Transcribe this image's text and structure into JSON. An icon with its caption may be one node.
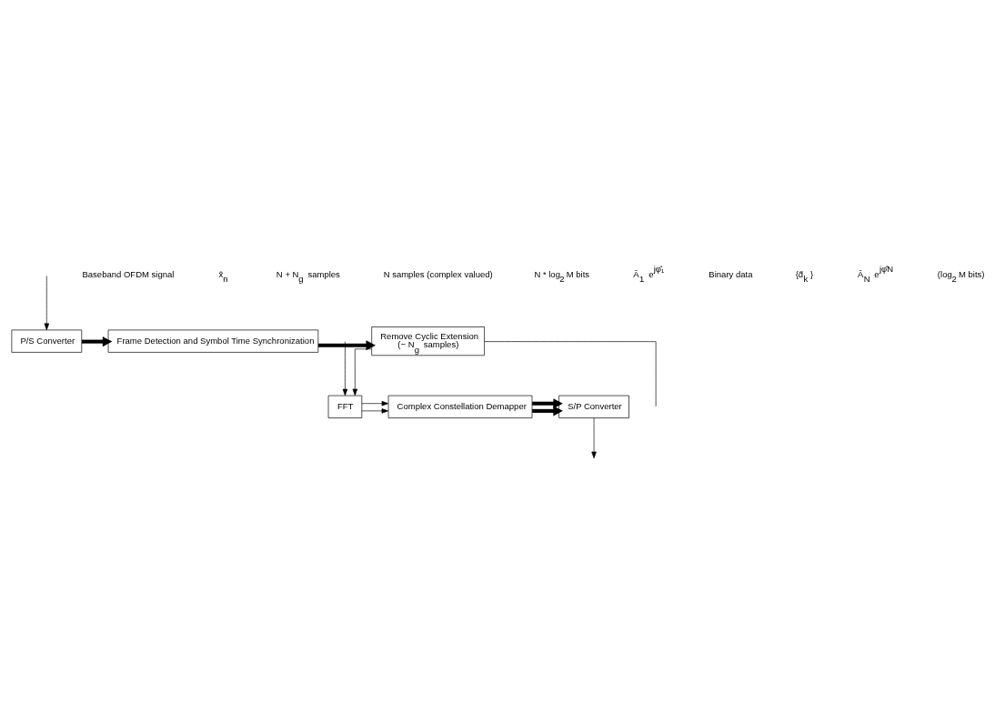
{
  "diagram": {
    "nodes": [
      {
        "text": [
          "P/S Converter"
        ]
      },
      {
        "text": [
          "Frame Detection and Symbol Time Synchronization"
        ]
      },
      {
        "text": [
          "Remove Cyclic Extension",
          "(− N$_{g}$ samples)"
        ]
      },
      {
        "text": [
          "FFT"
        ]
      },
      {
        "text": [
          "Complex Constellation Demapper"
        ]
      },
      {
        "text": [
          "S/P Converter"
        ]
      }
    ],
    "edges": [
      {
        "from": null,
        "to": 0,
        "arrow": "to"
      },
      {
        "from": 0,
        "to": 1,
        "arrow": "to",
        "style": "thick"
      },
      {
        "from": 1,
        "to": 2,
        "arrow": "to",
        "style": "thick"
      },
      {
        "from": 2,
        "to": null,
        "arrow": "none"
      },
      {
        "from": 2,
        "to": 3,
        "arrow": "to"
      },
      {
        "from": null,
        "to": 3,
        "arrow": "to"
      },
      {
        "from": 3,
        "to": 4,
        "arrow": "to"
      },
      {
        "from": 3,
        "to": 4,
        "arrow": "to"
      },
      {
        "from": 4,
        "to": 5,
        "arrow": "to",
        "style": "thick"
      },
      {
        "from": 4,
        "to": 5,
        "arrow": "to",
        "style": "thick"
      },
      {
        "from": 5,
        "to": null,
        "arrow": "to"
      }
    ],
    "labels": [
      "Baseband OFDM signal",
      "x̂$_{n}$",
      "N + N$_{g}$ samples",
      "N samples (complex valued)",
      "N * log$_{2}$M bits",
      "Â$_{1}$ e$^{jφ̂₁}$",
      "Binary data",
      "{d̂$_{k}$}",
      "Â$_{N}$ e$^{jφ̂N}$",
      "(log$_{2}$M bits)"
    ]
  }
}
